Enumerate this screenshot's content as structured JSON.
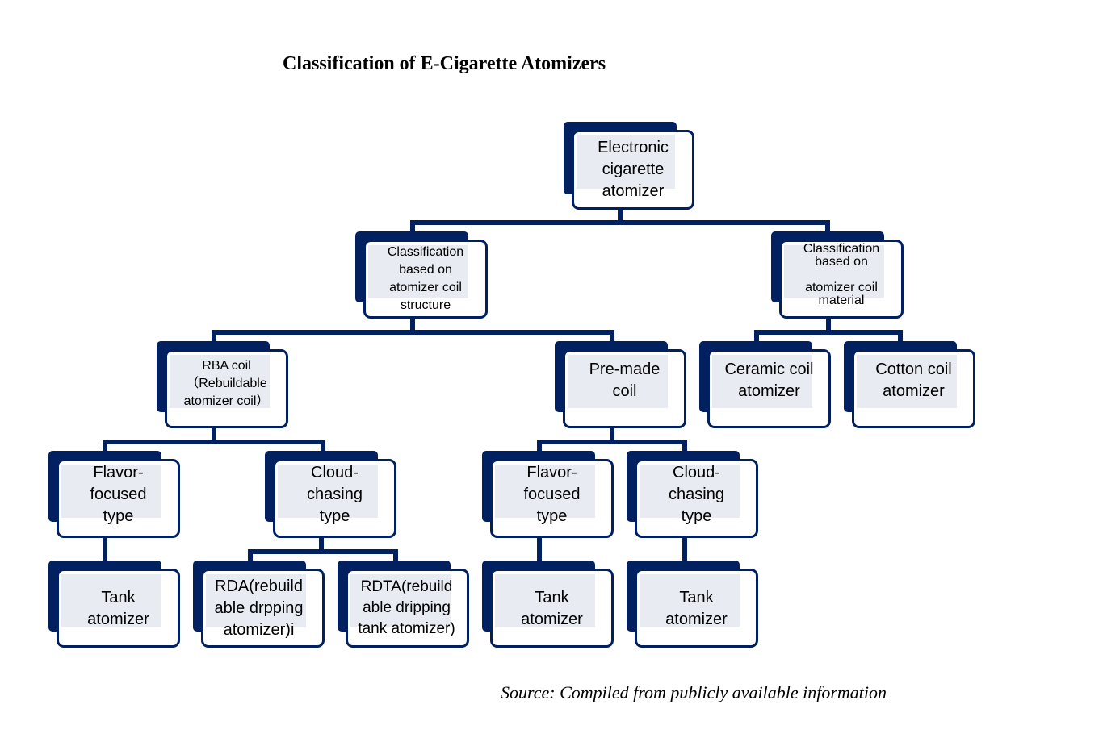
{
  "title": "Classification of E-Cigarette Atomizers",
  "source": "Source: Compiled from publicly available information",
  "colors": {
    "dark_navy": "#002060",
    "light_fill": "#e8ebf2",
    "card_bg": "#ffffff"
  },
  "nodes": {
    "root": {
      "label": "Electronic\ncigarette\natomizer"
    },
    "coil_structure": {
      "label": "Classification\nbased on\natomizer coil\nstructure"
    },
    "coil_material": {
      "label": "Classification\nbased on\n\natomizer coil\nmaterial"
    },
    "rba_coil": {
      "label": "RBA coil\n（Rebuildable\natomizer coil）"
    },
    "premade_coil": {
      "label": "Pre-made\ncoil"
    },
    "ceramic_coil": {
      "label": "Ceramic coil\natomizer"
    },
    "cotton_coil": {
      "label": "Cotton coil\natomizer"
    },
    "rba_flavor": {
      "label": "Flavor-\nfocused\ntype"
    },
    "rba_cloud": {
      "label": "Cloud-\nchasing\ntype"
    },
    "premade_flavor": {
      "label": "Flavor-\nfocused\ntype"
    },
    "premade_cloud": {
      "label": "Cloud-\nchasing\ntype"
    },
    "rba_flavor_tank": {
      "label": "Tank\natomizer"
    },
    "rda": {
      "label": "RDA(rebuild\nable drpping\natomizer)i"
    },
    "rdta": {
      "label": "RDTA(rebuild\nable dripping\ntank atomizer)"
    },
    "premade_flavor_tank": {
      "label": "Tank\natomizer"
    },
    "premade_cloud_tank": {
      "label": "Tank\natomizer"
    }
  }
}
